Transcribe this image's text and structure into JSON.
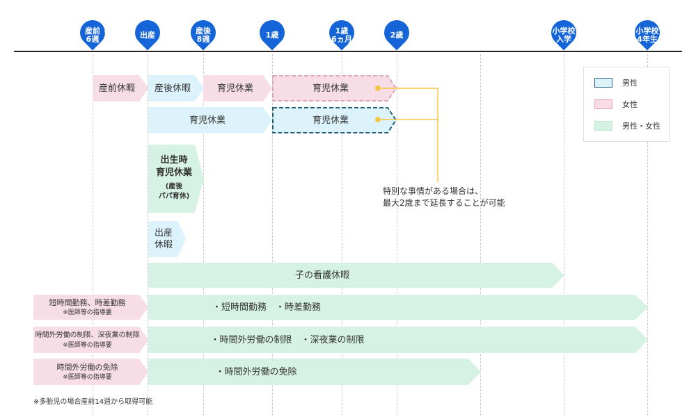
{
  "timeline": {
    "markers": [
      {
        "label": "産前\n6週",
        "sup": "※"
      },
      {
        "label": "出産",
        "sup": ""
      },
      {
        "label": "産後\n8週",
        "sup": ""
      },
      {
        "label": "1歳",
        "sup": ""
      },
      {
        "label": "1歳\n6ヵ月",
        "sup": ""
      },
      {
        "label": "2歳",
        "sup": ""
      },
      {
        "label": "小学校\n入学",
        "sup": ""
      },
      {
        "label": "小学校\n4年生",
        "sup": ""
      }
    ]
  },
  "colors": {
    "male": "#dcf3fb",
    "male_border": "#1e5f7c",
    "female": "#f7dde6",
    "female_border": "#e0a3bb",
    "both": "#d6f2e4",
    "note_line": "#f6c744",
    "marker": "#1565d8"
  },
  "bars": {
    "prenatal_leave": "産前休暇",
    "postnatal_leave": "産後休暇",
    "childcare_female_1": "育児休業",
    "childcare_female_ext": "育児休業",
    "childcare_male_1": "育児休業",
    "childcare_male_ext": "育児休業",
    "birth_childcare": "出生時\n育児休業",
    "birth_childcare_sub": "(産後\nパパ育休)",
    "birth_leave": "出産\n休暇",
    "sick_child_leave": "子の看護休暇",
    "short_hours_req": "短時間勤務、時差勤務",
    "short_hours_req_note": "※医師等の指導要",
    "short_hours": "・短時間勤務　・時差勤務",
    "overtime_limit_req": "時間外労働の制限、深夜業の制限",
    "overtime_limit_req_note": "※医師等の指導要",
    "overtime_limit": "・時間外労働の制限　・深夜業の制限",
    "overtime_exempt_req": "時間外労働の免除",
    "overtime_exempt_req_note": "※医師等の指導要",
    "overtime_exempt": "・時間外労働の免除"
  },
  "note": "特別な事情がある場合は、\n最大2歳まで延長することが可能",
  "legend": {
    "male": "男性",
    "female": "女性",
    "both": "男性・女性"
  },
  "footnote": "※多胎児の場合産前14週から取得可能"
}
